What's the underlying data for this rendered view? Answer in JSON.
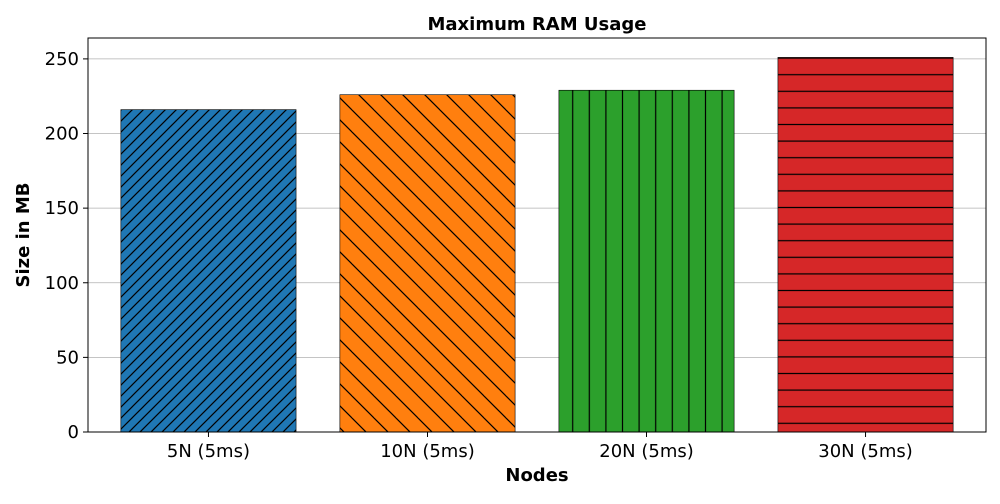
{
  "chart_data": {
    "type": "bar",
    "title": "Maximum RAM Usage",
    "xlabel": "Nodes",
    "ylabel": "Size in MB",
    "categories": [
      "5N (5ms)",
      "10N (5ms)",
      "20N (5ms)",
      "30N (5ms)"
    ],
    "values": [
      216,
      226,
      229,
      251
    ],
    "ylim": [
      0,
      264
    ],
    "yticks": [
      0,
      50,
      100,
      150,
      200,
      250
    ],
    "grid": "y",
    "colors": [
      "#1f77b4",
      "#ff7f0e",
      "#2ca02c",
      "#d62728"
    ],
    "hatches": [
      "forward-diagonal-dense",
      "back-diagonal",
      "vertical",
      "horizontal"
    ]
  }
}
